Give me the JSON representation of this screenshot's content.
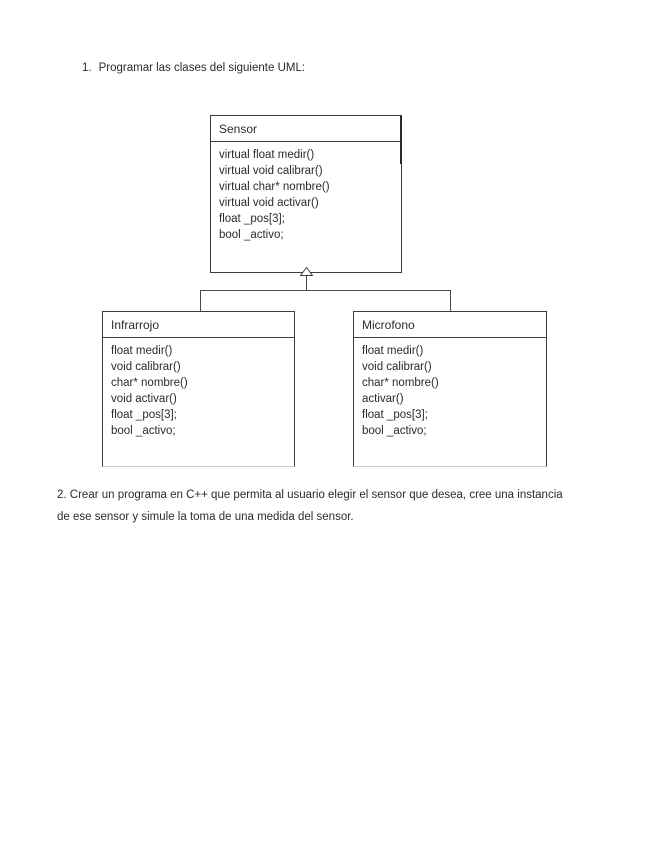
{
  "tasks": {
    "task1_number": "1.",
    "task1_text": "Programar las clases del siguiente UML:",
    "task2_line1": "2. Crear un programa en C++ que permita al usuario elegir el sensor que desea, cree una instancia",
    "task2_line2": "de ese sensor y simule la toma de una medida del sensor."
  },
  "uml": {
    "sensor": {
      "title": "Sensor",
      "members": [
        "virtual float medir()",
        "virtual void calibrar()",
        "virtual char* nombre()",
        "virtual void activar()",
        "float _pos[3];",
        "bool _activo;"
      ]
    },
    "infrarrojo": {
      "title": "Infrarrojo",
      "members": [
        "float medir()",
        "void calibrar()",
        "char* nombre()",
        "void activar()",
        "float _pos[3];",
        "bool _activo;"
      ]
    },
    "microfono": {
      "title": "Microfono",
      "members": [
        "float medir()",
        "void calibrar()",
        "char* nombre()",
        "activar()",
        "float _pos[3];",
        "bool _activo;"
      ]
    }
  },
  "colors": {
    "box_border": "#3c3c3c",
    "connector_line": "#4a4a4a",
    "text": "#2b2b2b",
    "faded_border": "#c9c9c9",
    "background": "#ffffff"
  }
}
